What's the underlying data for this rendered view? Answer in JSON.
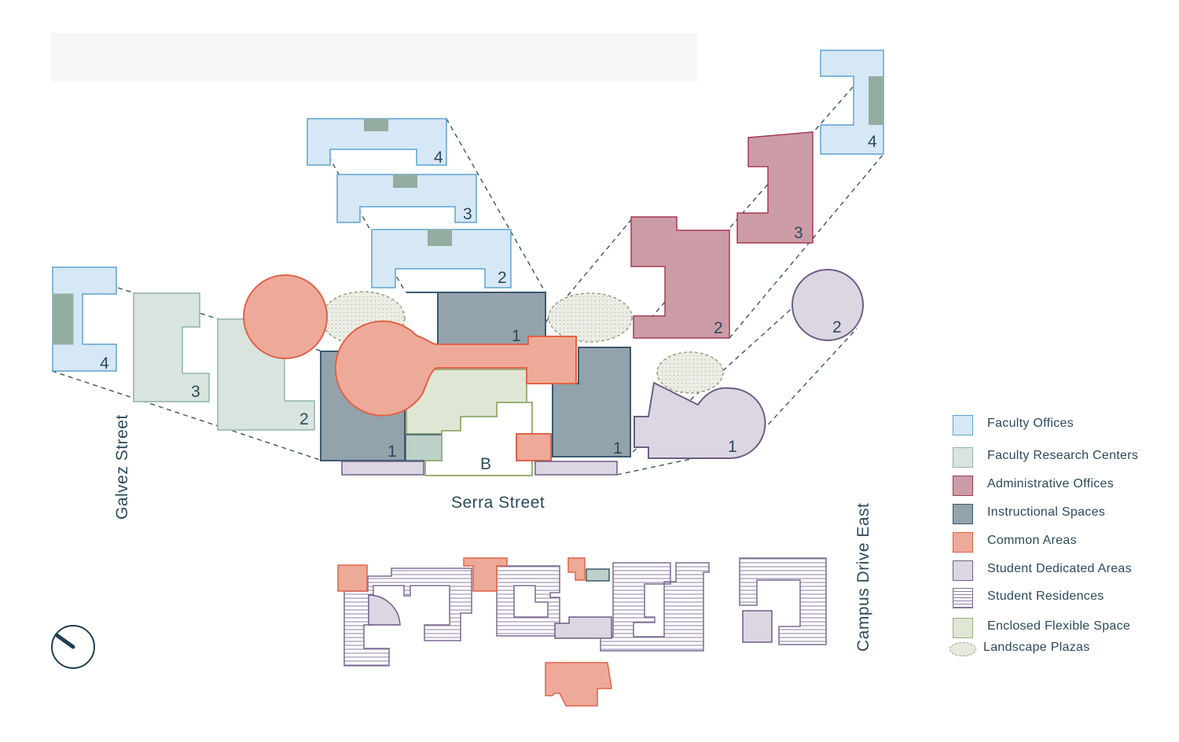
{
  "colors": {
    "faculty_offices": "#d6e8f5",
    "faculty_offices_stroke": "#5fa3d0",
    "faculty_research": "#d9e4de",
    "faculty_research_stroke": "#8fb3a5",
    "admin_offices": "#cc9ca6",
    "admin_stroke": "#a33a55",
    "instructional": "#93a3ac",
    "instructional_stroke": "#3b5a6e",
    "common": "#eeaa98",
    "common_stroke": "#e0624a",
    "student_dedicated": "#dcd6e2",
    "student_dedicated_stroke": "#6e5d84",
    "residences_stripe": "#7c6b93",
    "flexible": "#dfe6d4",
    "flexible_stroke": "#9bb07a",
    "plaza": "#e7e9df",
    "plaza_stroke": "#9aa284",
    "dash": "#3b5468"
  },
  "icons": {
    "north_arrow": "north-arrow-icon"
  },
  "map": {
    "streets": {
      "serra": "Serra Street",
      "galvez": "Galvez Street",
      "campus_drive": "Campus Drive East"
    },
    "building_b": "B",
    "numbers": {
      "left_stack": [
        "4",
        "3",
        "2"
      ],
      "center_stack": [
        "4",
        "3",
        "2"
      ],
      "center_ground": [
        "1",
        "1",
        "1"
      ],
      "admin_stack": [
        "3",
        "2"
      ],
      "top_right": "4",
      "student_stack": [
        "2",
        "1"
      ]
    }
  },
  "legend": [
    {
      "label": "Faculty Offices",
      "fill": "#d6e8f5",
      "stroke": "#5fa3d0",
      "pattern": "solid"
    },
    {
      "label": "Faculty Research Centers",
      "fill": "#d9e4de",
      "stroke": "#8fb3a5",
      "pattern": "solid"
    },
    {
      "label": "Administrative Offices",
      "fill": "#cc9ca6",
      "stroke": "#a33a55",
      "pattern": "solid"
    },
    {
      "label": "Instructional Spaces",
      "fill": "#93a3ac",
      "stroke": "#3b5a6e",
      "pattern": "solid"
    },
    {
      "label": "Common Areas",
      "fill": "#eeaa98",
      "stroke": "#e0624a",
      "pattern": "solid"
    },
    {
      "label": "Student Dedicated Areas",
      "fill": "#dcd6e2",
      "stroke": "#6e5d84",
      "pattern": "solid"
    },
    {
      "label": "Student Residences",
      "fill": "#ffffff",
      "stroke": "#7c6b93",
      "pattern": "stripes"
    },
    {
      "label": "Enclosed Flexible Space",
      "fill": "#dfe6d4",
      "stroke": "#9bb07a",
      "pattern": "solid"
    },
    {
      "label": "Landscape Plazas",
      "fill": "#e7e9df",
      "stroke": "#9aa284",
      "pattern": "plaza"
    }
  ]
}
